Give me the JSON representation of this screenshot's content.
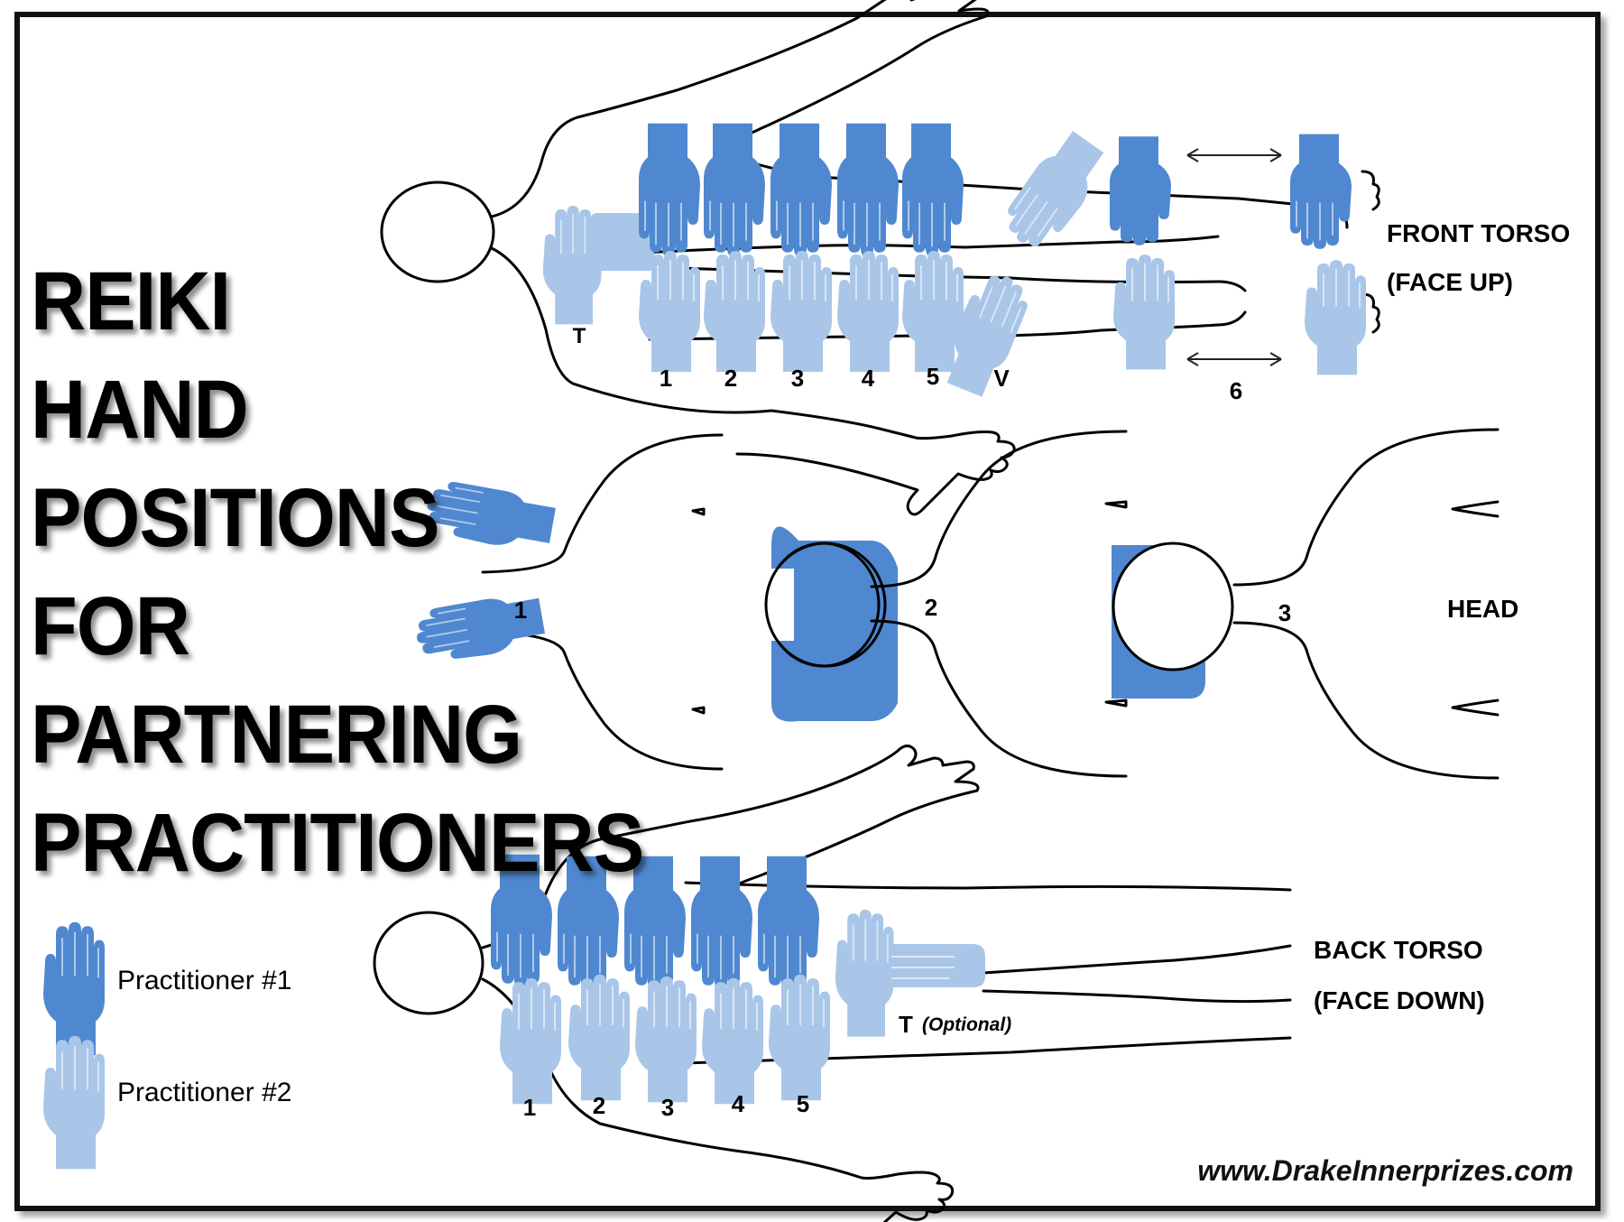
{
  "title_lines": [
    "REIKI",
    "HAND",
    "POSITIONS",
    "FOR",
    "PARTNERING",
    "PRACTITIONERS"
  ],
  "colors": {
    "practitioner_1": "#4f88d0",
    "practitioner_2": "#a9c6e8",
    "outline": "#000000",
    "frame": "#111111"
  },
  "front_torso": {
    "label_1": "FRONT TORSO",
    "label_2": "(FACE UP)",
    "position_labels": [
      "T",
      "1",
      "2",
      "3",
      "4",
      "5",
      "V",
      "6"
    ]
  },
  "head": {
    "label": "HEAD",
    "position_labels": [
      "1",
      "2",
      "3"
    ]
  },
  "back_torso": {
    "label_1": "BACK TORSO",
    "label_2": "(FACE DOWN)",
    "position_labels": [
      "1",
      "2",
      "3",
      "4",
      "5"
    ],
    "optional_t": "T",
    "optional_note": "(Optional)"
  },
  "legend": [
    {
      "label": "Practitioner #1",
      "icon": "hand-dark-icon"
    },
    {
      "label": "Practitioner #2",
      "icon": "hand-light-icon"
    }
  ],
  "website": "www.DrakeInnerprizes.com"
}
